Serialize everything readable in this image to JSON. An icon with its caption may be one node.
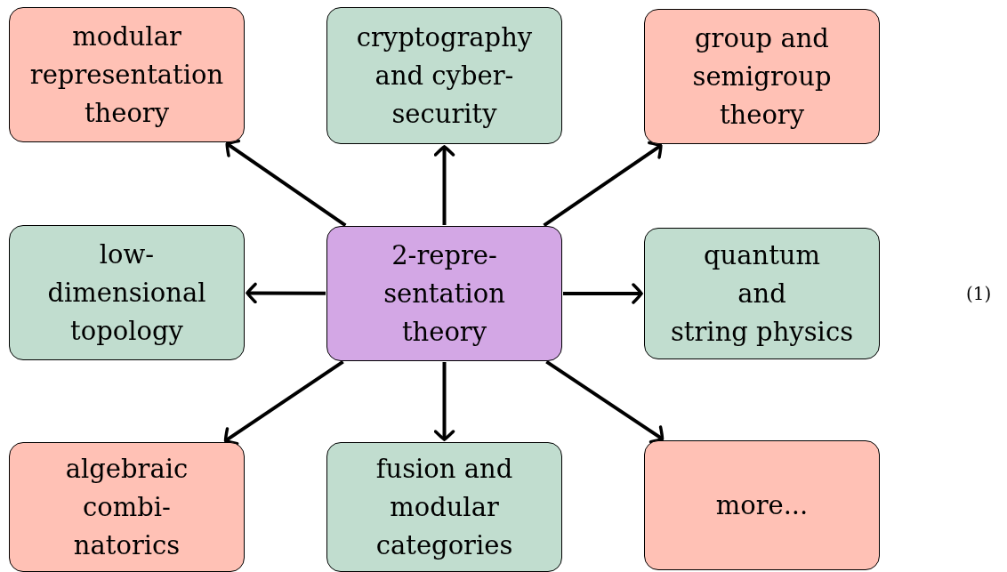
{
  "diagram": {
    "nodes": [
      {
        "text": [
          "2-repre- sentation theory"
        ]
      },
      {
        "text": [
          "modular representation theory"
        ]
      },
      {
        "text": [
          "cryptography and cyber- security"
        ]
      },
      {
        "text": [
          "group and semigroup theory"
        ]
      },
      {
        "text": [
          "low- dimensional topology"
        ]
      },
      {
        "text": [
          "quantum and string physics"
        ]
      },
      {
        "text": [
          "algebraic combi- natorics"
        ]
      },
      {
        "text": [
          "fusion and modular categories"
        ]
      },
      {
        "text": [
          "more..."
        ]
      }
    ],
    "edges": [
      {
        "from": 0,
        "to": 1,
        "arrow": "to"
      },
      {
        "from": 0,
        "to": 2,
        "arrow": "to"
      },
      {
        "from": 0,
        "to": 3,
        "arrow": "to"
      },
      {
        "from": 0,
        "to": 4,
        "arrow": "to"
      },
      {
        "from": 0,
        "to": 5,
        "arrow": "to"
      },
      {
        "from": 0,
        "to": 6,
        "arrow": "to"
      },
      {
        "from": 0,
        "to": 7,
        "arrow": "to"
      },
      {
        "from": 0,
        "to": 8,
        "arrow": "to"
      }
    ],
    "labels": [
      "(1)"
    ]
  }
}
